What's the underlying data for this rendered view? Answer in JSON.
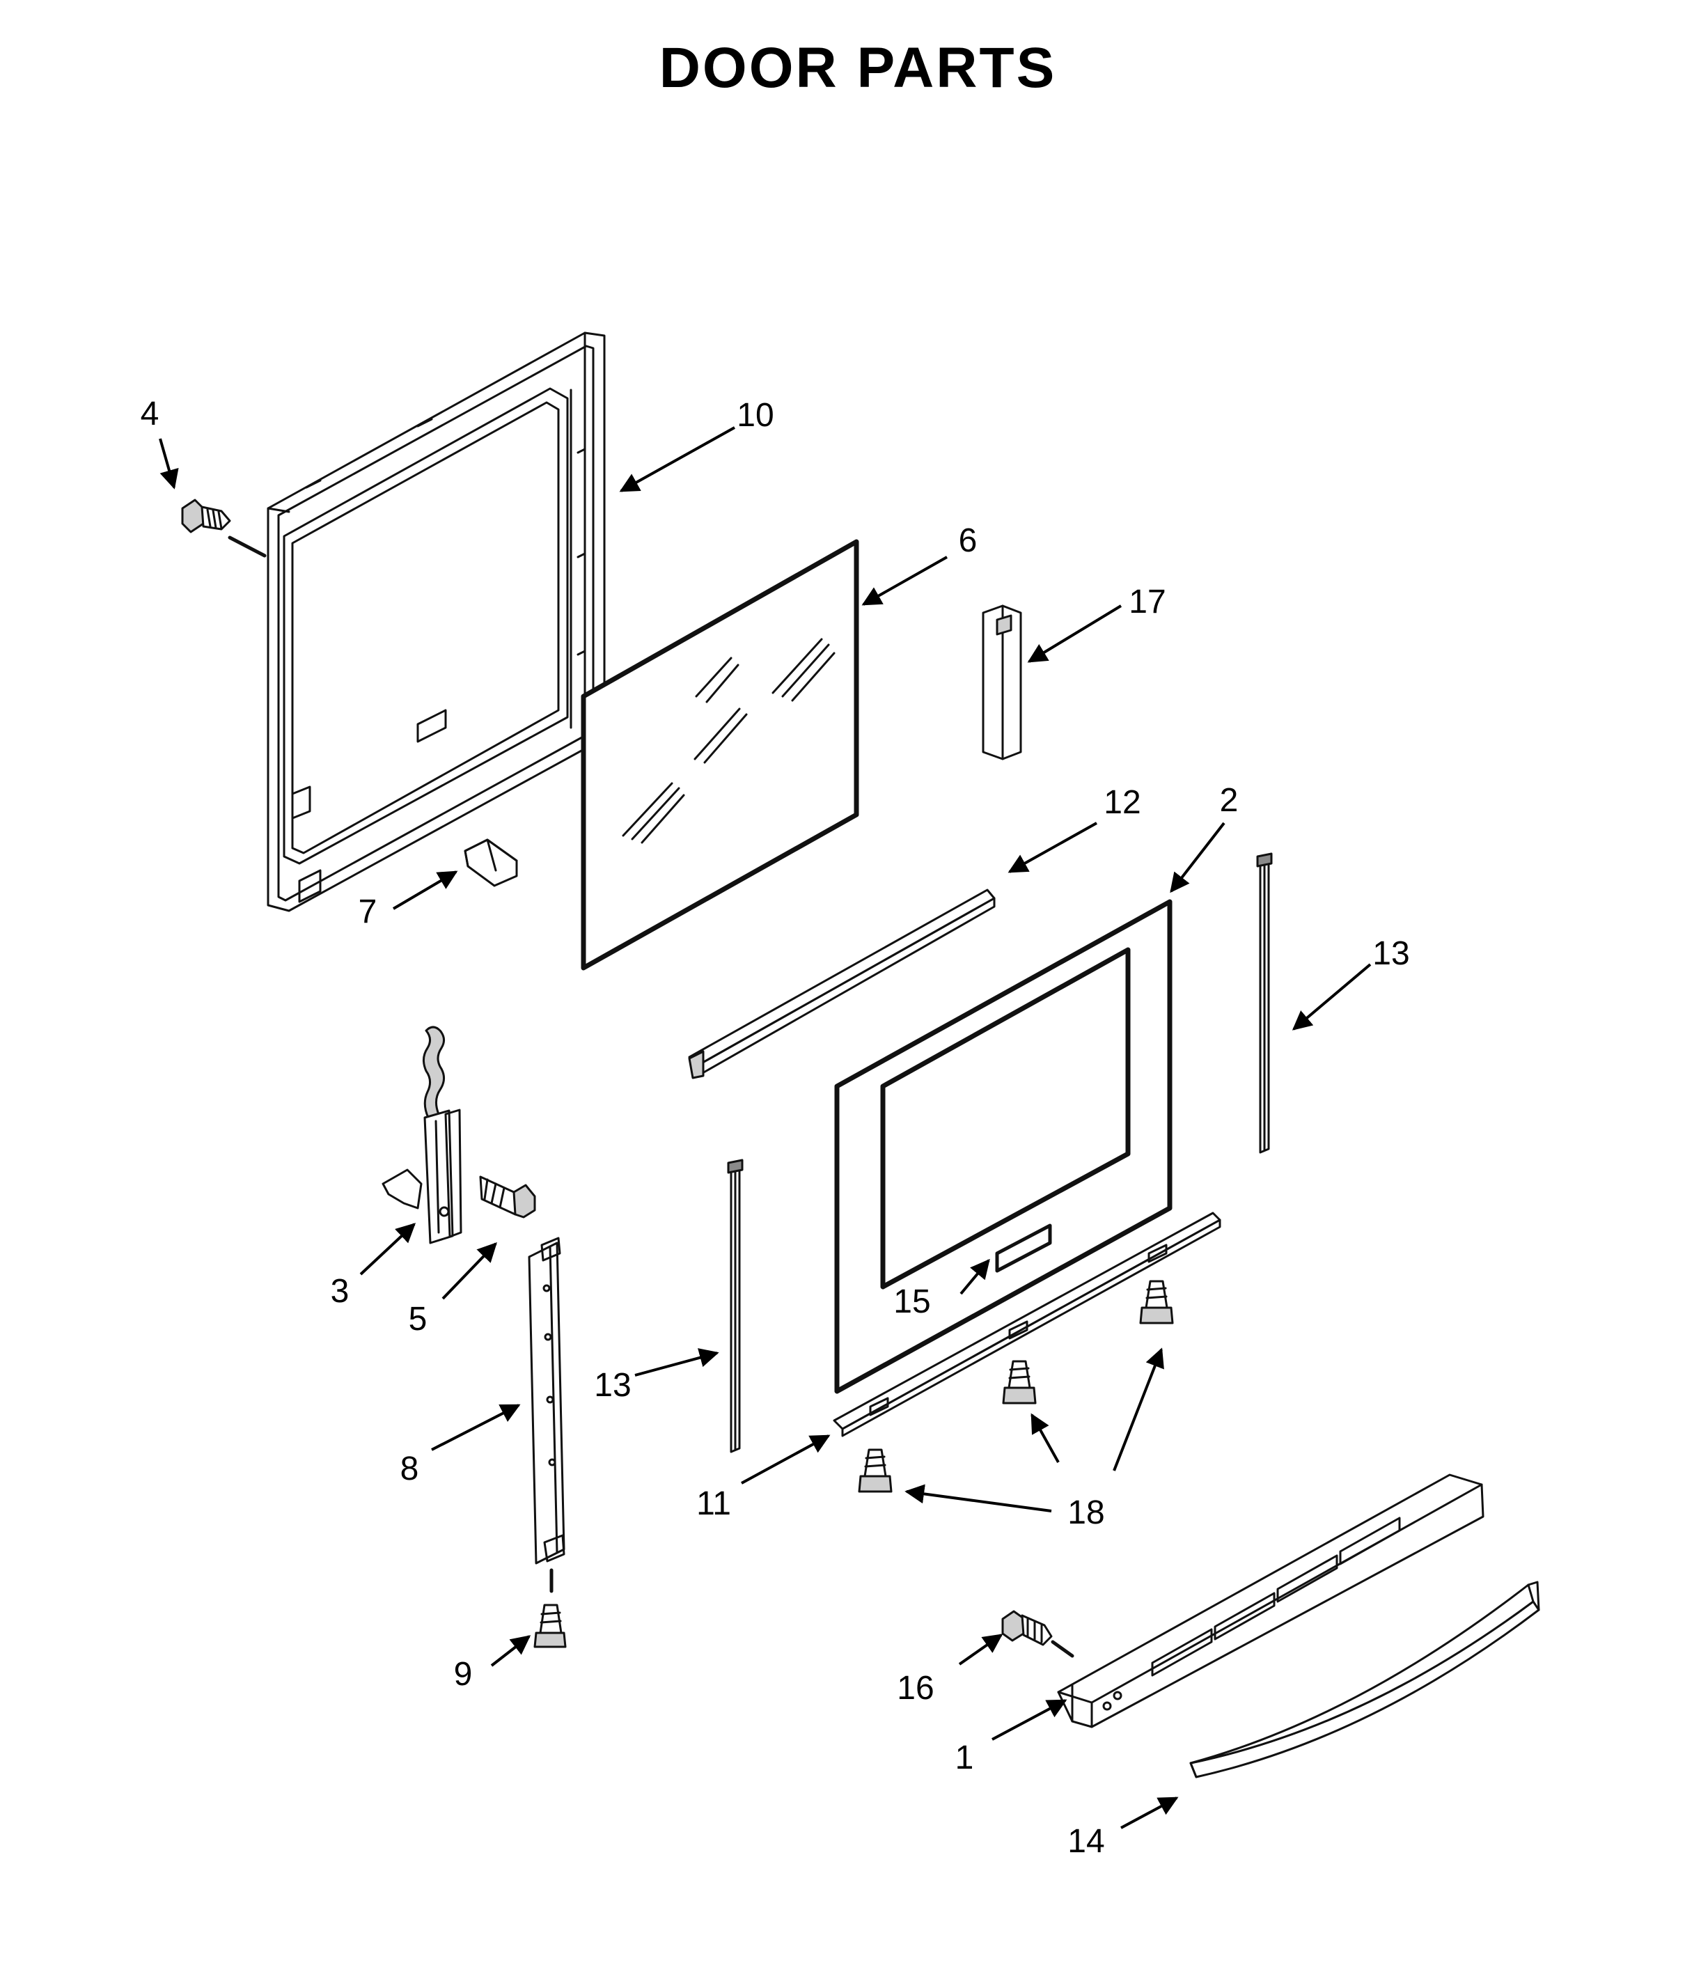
{
  "title": "DOOR PARTS",
  "callouts": {
    "c1": "1",
    "c2": "2",
    "c3": "3",
    "c4": "4",
    "c5": "5",
    "c6": "6",
    "c7": "7",
    "c8": "8",
    "c9": "9",
    "c10": "10",
    "c11": "11",
    "c12": "12",
    "c13a": "13",
    "c13b": "13",
    "c14": "14",
    "c15": "15",
    "c16": "16",
    "c17": "17",
    "c18": "18"
  }
}
